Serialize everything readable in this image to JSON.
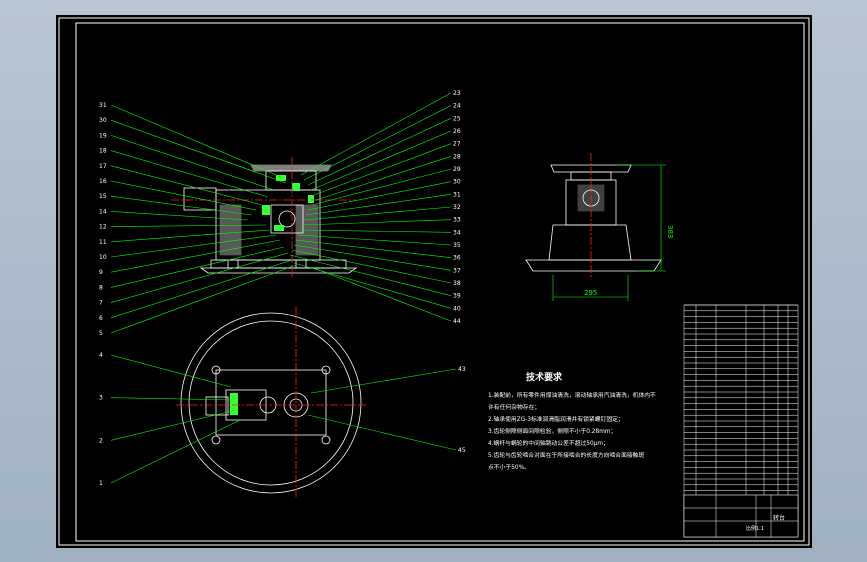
{
  "drawing": {
    "colors": {
      "frame": "#ffffff",
      "leader": "#00ff00",
      "centerline": "#ff2020",
      "part": "#ffffff",
      "dimension": "#00ff00",
      "part_highlight": "#33ff33",
      "text": "#ffffff"
    },
    "left_labels_front": [
      "31",
      "30",
      "19",
      "18",
      "17",
      "16",
      "15",
      "14",
      "12",
      "11",
      "10",
      "9",
      "8",
      "7",
      "6",
      "5"
    ],
    "right_labels_front": [
      "23",
      "24",
      "25",
      "26",
      "27",
      "28",
      "29",
      "30",
      "31",
      "32",
      "33",
      "34",
      "35",
      "36",
      "37",
      "38",
      "39",
      "40",
      "44"
    ],
    "left_labels_top": [
      "4",
      "3",
      "2",
      "1"
    ],
    "right_labels_top": [
      "43",
      "45"
    ],
    "dimensions": {
      "height": "383",
      "width": "295"
    },
    "tech_req": {
      "title": "技术要求",
      "items": [
        "1.装配前，所有零件用煤油清洗，滚动轴承用汽油清洗，机体内不",
        "许有任何杂物存在；",
        "2.轴承使用ZG-3标准润滑脂润滑并有锁紧螺钉固定；",
        "3.齿轮侧隙侧面间隙检验，侧隙不小于0.28mm；",
        "4.蜗杆与蜗轮的中间轴跳动公差不超过50μm；",
        "5.齿轮与齿轮啮合对面在于所接啮合的长度方向啮合面接触斑",
        "点不小于50%。"
      ]
    },
    "title_block": {
      "name": "转台",
      "material": "比例1:1"
    }
  }
}
